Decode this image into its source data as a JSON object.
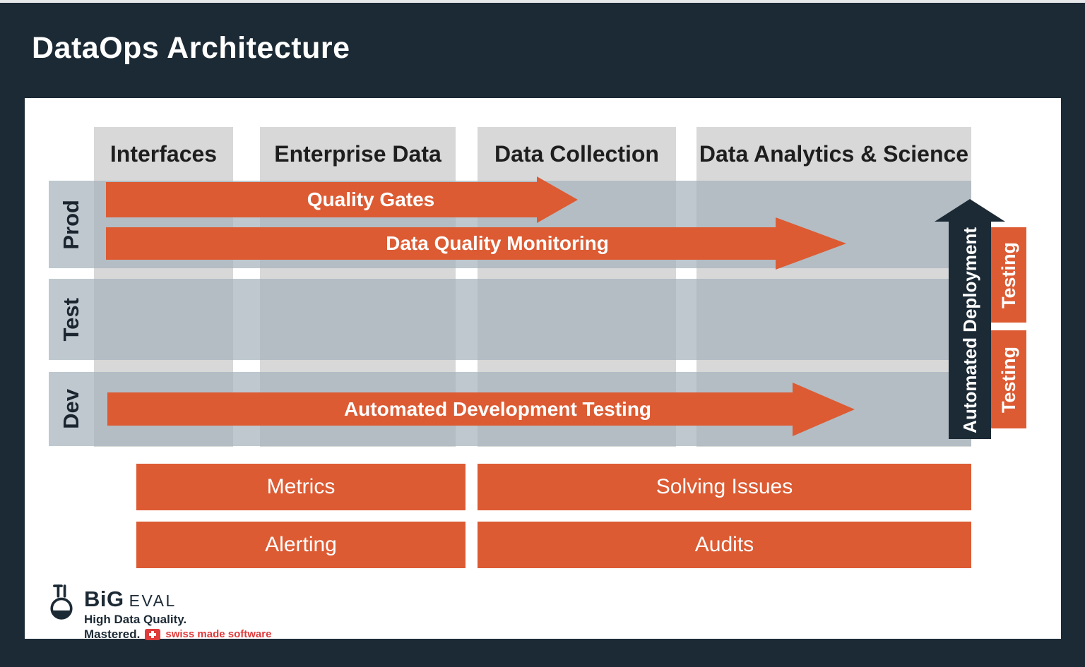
{
  "title": "DataOps Architecture",
  "columns": [
    {
      "label": "Interfaces"
    },
    {
      "label": "Enterprise Data"
    },
    {
      "label": "Data Collection"
    },
    {
      "label": "Data Analytics & Science"
    }
  ],
  "rows": [
    {
      "label": "Prod"
    },
    {
      "label": "Test"
    },
    {
      "label": "Dev"
    }
  ],
  "arrows": {
    "quality_gates": "Quality Gates",
    "data_quality_monitoring": "Data Quality Monitoring",
    "automated_development_testing": "Automated Development Testing",
    "automated_deployment": "Automated Deployment",
    "testing_top": "Testing",
    "testing_bottom": "Testing"
  },
  "process_boxes": {
    "metrics": "Metrics",
    "alerting": "Alerting",
    "solving_issues": "Solving Issues",
    "audits": "Audits"
  },
  "logo": {
    "icon": "flask-icon",
    "brand_primary": "BiG",
    "brand_secondary": "EVAL",
    "tagline_line1": "High Data Quality.",
    "tagline_line2": "Mastered.",
    "badge_icon": "swiss-flag-icon",
    "badge_text": "swiss made software"
  },
  "colors": {
    "background_navy": "#1c2a35",
    "accent_orange": "#dc5b33",
    "column_gray": "#d8d8d8",
    "row_blue_gray": "#b4bfc8",
    "panel_white": "#ffffff",
    "swiss_red": "#e03a3a"
  }
}
